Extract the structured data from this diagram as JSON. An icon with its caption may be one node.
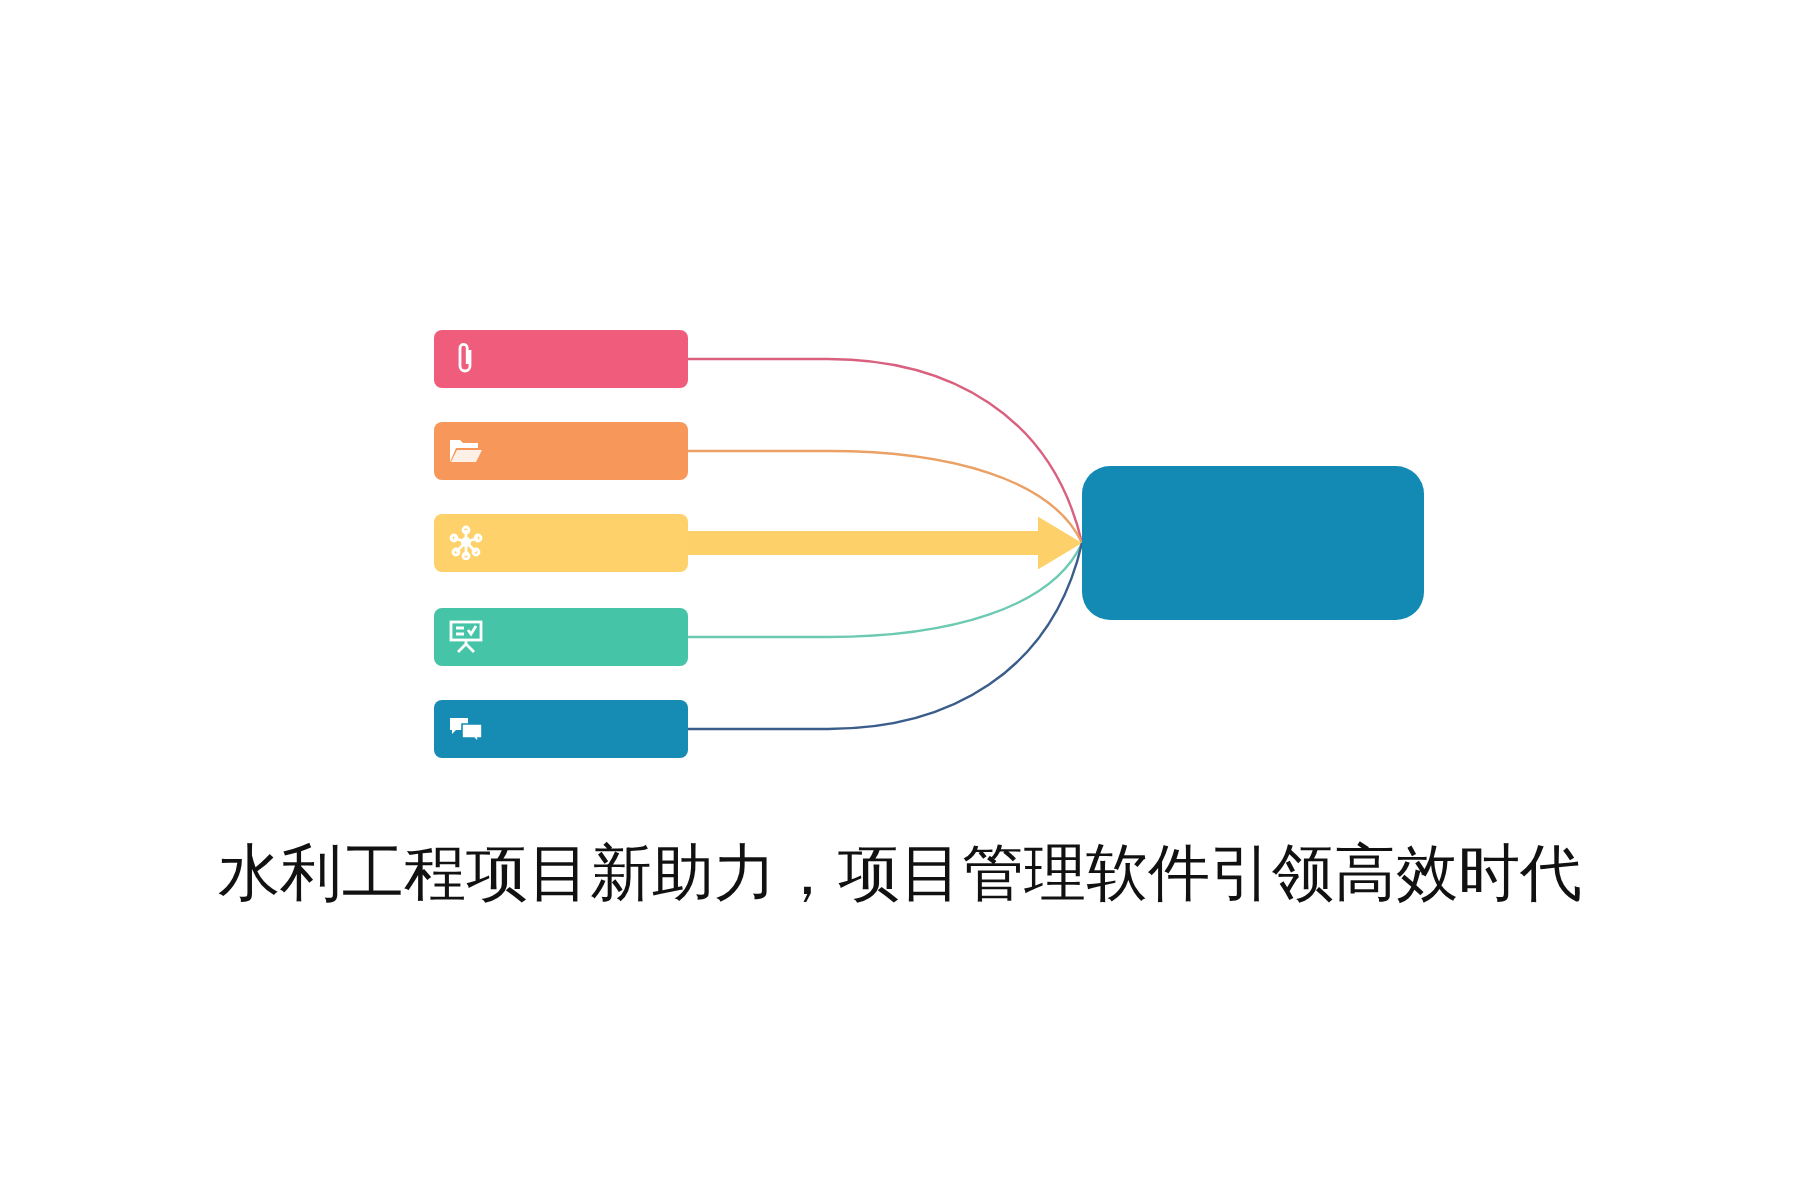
{
  "diagram": {
    "title": "水利工程项目新助力，项目管理软件引领高效时代",
    "nodes": [
      {
        "text": [],
        "shape": "box"
      },
      {
        "text": [],
        "shape": "box"
      },
      {
        "text": [],
        "shape": "box"
      },
      {
        "text": [],
        "shape": "box"
      },
      {
        "text": [],
        "shape": "box"
      },
      {
        "text": [],
        "shape": "box"
      }
    ],
    "edges": [
      {
        "from": 0,
        "to": 5,
        "arrow": "none",
        "color": "#d9617f"
      },
      {
        "from": 1,
        "to": 5,
        "arrow": "none",
        "color": "#eba064"
      },
      {
        "from": 2,
        "to": 5,
        "arrow": "to",
        "style": "thick",
        "color": "#fdd06a"
      },
      {
        "from": 3,
        "to": 5,
        "arrow": "none",
        "color": "#6ccab2"
      },
      {
        "from": 4,
        "to": 5,
        "arrow": "none",
        "color": "#3b5d8c"
      }
    ]
  }
}
